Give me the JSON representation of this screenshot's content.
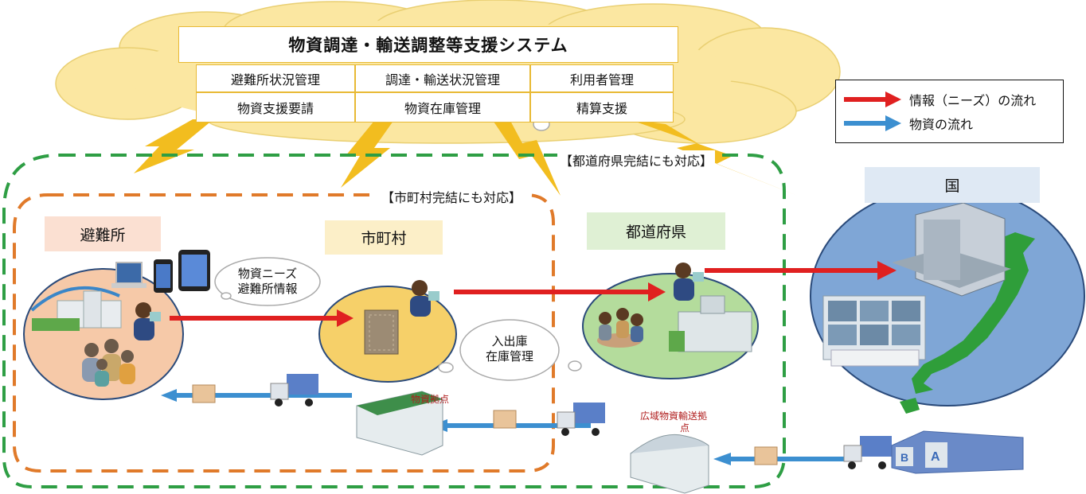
{
  "system": {
    "title": "物資調達・輸送調整等支援システム",
    "functions": [
      "避難所状況管理",
      "調達・輸送状況管理",
      "利用者管理",
      "物資支援要請",
      "物資在庫管理",
      "精算支援"
    ]
  },
  "legend": {
    "info_flow": "情報（ニーズ）の流れ",
    "goods_flow": "物資の流れ"
  },
  "regions": {
    "prefecture_note": "【都道府県完結にも対応】",
    "municipality_note": "【市町村完結にも対応】"
  },
  "actors": {
    "shelter": "避難所",
    "municipality": "市町村",
    "prefecture": "都道府県",
    "nation": "国"
  },
  "bubbles": {
    "needs_line1": "物資ニーズ",
    "needs_line2": "避難所情報",
    "stock_line1": "入出庫",
    "stock_line2": "在庫管理"
  },
  "depots": {
    "local": "物資拠点",
    "regional_line1": "広域物資輸送拠",
    "regional_line2": "点"
  },
  "colors": {
    "info_arrow": "#e02020",
    "goods_arrow": "#3c8fd0",
    "pref_border": "#2e9e44",
    "muni_border": "#e07a2a",
    "cloud": "#fbe7a1",
    "lightning": "#f2bd1f"
  }
}
